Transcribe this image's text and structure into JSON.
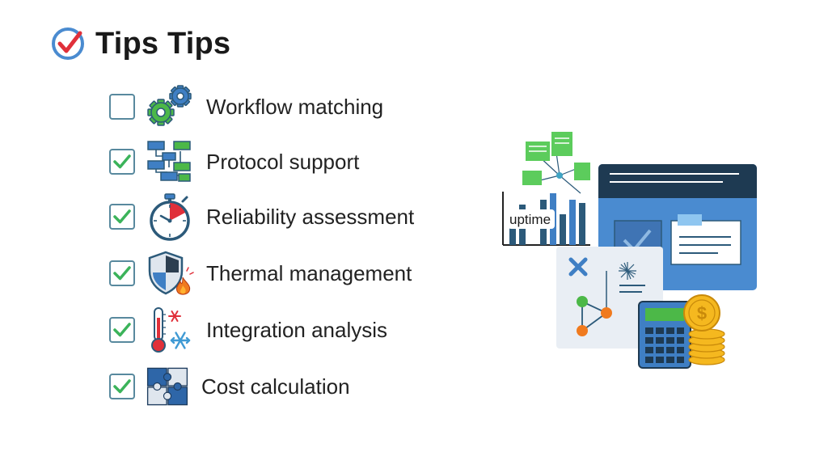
{
  "header": {
    "title": "Tips Tips",
    "icon": "check-circle-icon"
  },
  "items": [
    {
      "label": "Workflow matching",
      "checked": false,
      "icon": "gears-icon"
    },
    {
      "label": "Protocol support",
      "checked": true,
      "icon": "flowchart-icon"
    },
    {
      "label": "Reliability assessment",
      "checked": true,
      "icon": "stopwatch-icon"
    },
    {
      "label": "Thermal management",
      "checked": true,
      "icon": "shield-flame-icon"
    },
    {
      "label": "Integration analysis",
      "checked": true,
      "icon": "thermometer-snowflake-icon"
    },
    {
      "label": "Cost calculation",
      "checked": true,
      "icon": "puzzle-icon"
    }
  ],
  "illustration": {
    "chart_label": "uptime",
    "currency_symbol": "$"
  },
  "colors": {
    "check_green": "#3bb35a",
    "checkbox_border": "#58899e",
    "accent_blue": "#3f7fc4",
    "accent_red": "#e0303a"
  }
}
